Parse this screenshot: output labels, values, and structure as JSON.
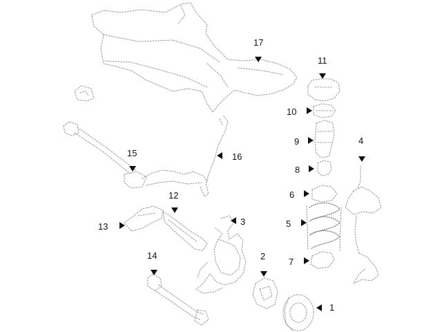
{
  "diagram": {
    "callouts": [
      {
        "id": "1",
        "label": "1"
      },
      {
        "id": "2",
        "label": "2"
      },
      {
        "id": "3",
        "label": "3"
      },
      {
        "id": "4",
        "label": "4"
      },
      {
        "id": "5",
        "label": "5"
      },
      {
        "id": "6",
        "label": "6"
      },
      {
        "id": "7",
        "label": "7"
      },
      {
        "id": "8",
        "label": "8"
      },
      {
        "id": "9",
        "label": "9"
      },
      {
        "id": "10",
        "label": "10"
      },
      {
        "id": "11",
        "label": "11"
      },
      {
        "id": "12",
        "label": "12"
      },
      {
        "id": "13",
        "label": "13"
      },
      {
        "id": "14",
        "label": "14"
      },
      {
        "id": "15",
        "label": "15"
      },
      {
        "id": "16",
        "label": "16"
      },
      {
        "id": "17",
        "label": "17"
      }
    ],
    "colors": {
      "background": "#ffffff",
      "part_outline": "#9a9a9a",
      "callout_text": "#111111"
    }
  }
}
